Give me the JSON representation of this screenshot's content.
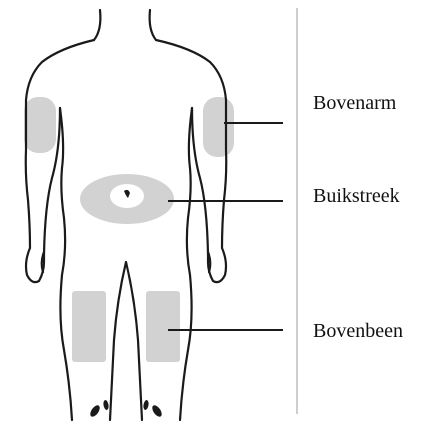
{
  "colors": {
    "outline": "#1a1a1a",
    "zone": "#d2d2d2",
    "divider": "#bdbdbd"
  },
  "icons": [
    "human-body-outline"
  ],
  "labels": {
    "upper_arm": "Bovenarm",
    "abdomen": "Buikstreek",
    "thigh": "Bovenbeen"
  }
}
